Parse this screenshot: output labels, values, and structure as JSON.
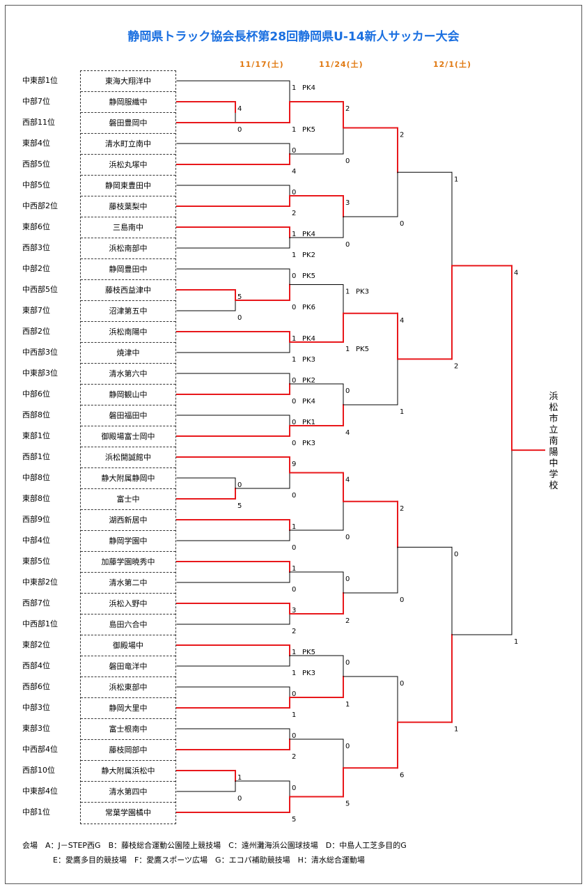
{
  "title": "静岡県トラック協会長杯第28回静岡県U-14新人サッカー大会",
  "dates": [
    "11/17(土)",
    "11/24(土)",
    "12/1(土)"
  ],
  "teams": [
    {
      "seed": "中東部1位",
      "name": "東海大翔洋中"
    },
    {
      "seed": "中部7位",
      "name": "静岡服織中"
    },
    {
      "seed": "西部11位",
      "name": "磐田豊岡中"
    },
    {
      "seed": "東部4位",
      "name": "清水町立南中"
    },
    {
      "seed": "西部5位",
      "name": "浜松丸塚中"
    },
    {
      "seed": "中部5位",
      "name": "静岡東豊田中"
    },
    {
      "seed": "中西部2位",
      "name": "藤枝葉梨中"
    },
    {
      "seed": "東部6位",
      "name": "三島南中"
    },
    {
      "seed": "西部3位",
      "name": "浜松南部中"
    },
    {
      "seed": "中部2位",
      "name": "静岡豊田中"
    },
    {
      "seed": "中西部5位",
      "name": "藤枝西益津中"
    },
    {
      "seed": "東部7位",
      "name": "沼津第五中"
    },
    {
      "seed": "西部2位",
      "name": "浜松南陽中"
    },
    {
      "seed": "中西部3位",
      "name": "焼津中"
    },
    {
      "seed": "中東部3位",
      "name": "清水第六中"
    },
    {
      "seed": "中部6位",
      "name": "静岡観山中"
    },
    {
      "seed": "西部8位",
      "name": "磐田福田中"
    },
    {
      "seed": "東部1位",
      "name": "御殿場富士岡中"
    },
    {
      "seed": "西部1位",
      "name": "浜松開誠館中"
    },
    {
      "seed": "中部8位",
      "name": "静大附属静岡中"
    },
    {
      "seed": "東部8位",
      "name": "富士中"
    },
    {
      "seed": "西部9位",
      "name": "湖西新居中"
    },
    {
      "seed": "中部4位",
      "name": "静岡学園中"
    },
    {
      "seed": "東部5位",
      "name": "加藤学園暁秀中"
    },
    {
      "seed": "中東部2位",
      "name": "清水第二中"
    },
    {
      "seed": "西部7位",
      "name": "浜松入野中"
    },
    {
      "seed": "中西部1位",
      "name": "島田六合中"
    },
    {
      "seed": "東部2位",
      "name": "御殿場中"
    },
    {
      "seed": "西部4位",
      "name": "磐田竜洋中"
    },
    {
      "seed": "西部6位",
      "name": "浜松東部中"
    },
    {
      "seed": "中部3位",
      "name": "静岡大里中"
    },
    {
      "seed": "東部3位",
      "name": "富士根南中"
    },
    {
      "seed": "中西部4位",
      "name": "藤枝岡部中"
    },
    {
      "seed": "西部10位",
      "name": "静大附属浜松中"
    },
    {
      "seed": "中東部4位",
      "name": "清水第四中"
    },
    {
      "seed": "中部1位",
      "name": "常葉学園橘中"
    }
  ],
  "champion": "浜松市立南陽中学校",
  "matches": [
    {
      "round": "prelim",
      "top": "磐田豊岡中",
      "bottom": "静岡服織中",
      "scores": [
        "0",
        "4"
      ],
      "winner": "bottom"
    },
    {
      "round": "prelim",
      "top": "藤枝西益津中",
      "bottom": "沼津第五中",
      "scores": [
        "5",
        "0"
      ],
      "winner": "top"
    },
    {
      "round": "prelim",
      "top": "静大附属静岡中",
      "bottom": "富士中",
      "scores": [
        "0",
        "5"
      ],
      "winner": "bottom"
    },
    {
      "round": "prelim",
      "top": "静大附属浜松中",
      "bottom": "清水第四中",
      "scores": [
        "1",
        "0"
      ],
      "winner": "top"
    },
    {
      "round": "R1",
      "top": "東海大翔洋中",
      "bottom": "磐田豊岡中",
      "scores": [
        "1",
        "1"
      ],
      "pk": [
        "PK4",
        "PK5"
      ],
      "winner": "bottom"
    },
    {
      "round": "R1",
      "top": "清水町立南中",
      "bottom": "浜松丸塚中",
      "scores": [
        "0",
        "4"
      ],
      "winner": "bottom"
    },
    {
      "round": "R1",
      "top": "静岡東豊田中",
      "bottom": "藤枝葉梨中",
      "scores": [
        "0",
        "2"
      ],
      "winner": "bottom"
    },
    {
      "round": "R1",
      "top": "三島南中",
      "bottom": "浜松南部中",
      "scores": [
        "1",
        "1"
      ],
      "pk": [
        "PK4",
        "PK2"
      ],
      "winner": "top"
    },
    {
      "round": "R1",
      "top": "静岡豊田中",
      "bottom": "藤枝西益津中",
      "scores": [
        "0",
        "0"
      ],
      "pk": [
        "PK5",
        "PK6"
      ],
      "winner": "bottom"
    },
    {
      "round": "R1",
      "top": "浜松南陽中",
      "bottom": "焼津中",
      "scores": [
        "1",
        "1"
      ],
      "pk": [
        "PK4",
        "PK3"
      ],
      "winner": "top"
    },
    {
      "round": "R1",
      "top": "清水第六中",
      "bottom": "静岡観山中",
      "scores": [
        "0",
        "0"
      ],
      "pk": [
        "PK2",
        "PK4"
      ],
      "winner": "bottom"
    },
    {
      "round": "R1",
      "top": "磐田福田中",
      "bottom": "御殿場富士岡中",
      "scores": [
        "0",
        "0"
      ],
      "pk": [
        "PK1",
        "PK3"
      ],
      "winner": "bottom"
    },
    {
      "round": "R1",
      "top": "浜松開誠館中",
      "bottom": "富士中",
      "scores": [
        "9",
        "0"
      ],
      "winner": "top"
    },
    {
      "round": "R1",
      "top": "湖西新居中",
      "bottom": "静岡学園中",
      "scores": [
        "1",
        "0"
      ],
      "winner": "top"
    },
    {
      "round": "R1",
      "top": "加藤学園暁秀中",
      "bottom": "清水第二中",
      "scores": [
        "1",
        "0"
      ],
      "winner": "top"
    },
    {
      "round": "R1",
      "top": "浜松入野中",
      "bottom": "島田六合中",
      "scores": [
        "3",
        "2"
      ],
      "winner": "top"
    },
    {
      "round": "R1",
      "top": "御殿場中",
      "bottom": "磐田竜洋中",
      "scores": [
        "1",
        "1"
      ],
      "pk": [
        "PK5",
        "PK3"
      ],
      "winner": "top"
    },
    {
      "round": "R1",
      "top": "浜松東部中",
      "bottom": "静岡大里中",
      "scores": [
        "0",
        "1"
      ],
      "winner": "bottom"
    },
    {
      "round": "R1",
      "top": "富士根南中",
      "bottom": "藤枝岡部中",
      "scores": [
        "0",
        "2"
      ],
      "winner": "bottom"
    },
    {
      "round": "R1",
      "top": "静大附属浜松中",
      "bottom": "常葉学園橘中",
      "scores": [
        "0",
        "5"
      ],
      "winner": "bottom"
    },
    {
      "round": "R2",
      "top": "磐田豊岡中",
      "bottom": "浜松丸塚中",
      "scores": [
        "2",
        "0"
      ],
      "winner": "top"
    },
    {
      "round": "R2",
      "top": "藤枝葉梨中",
      "bottom": "三島南中",
      "scores": [
        "3",
        "0"
      ],
      "winner": "top"
    },
    {
      "round": "R2",
      "top": "藤枝西益津中",
      "bottom": "浜松南陽中",
      "scores": [
        "1",
        "1"
      ],
      "pk": [
        "PK3",
        "PK5"
      ],
      "winner": "bottom"
    },
    {
      "round": "R2",
      "top": "静岡観山中",
      "bottom": "御殿場富士岡中",
      "scores": [
        "0",
        "4"
      ],
      "winner": "bottom"
    },
    {
      "round": "R2",
      "top": "浜松開誠館中",
      "bottom": "湖西新居中",
      "scores": [
        "4",
        "0"
      ],
      "winner": "top"
    },
    {
      "round": "R2",
      "top": "加藤学園暁秀中",
      "bottom": "浜松入野中",
      "scores": [
        "0",
        "2"
      ],
      "winner": "bottom"
    },
    {
      "round": "R2",
      "top": "御殿場中",
      "bottom": "静岡大里中",
      "scores": [
        "0",
        "1"
      ],
      "winner": "bottom"
    },
    {
      "round": "R2",
      "top": "藤枝岡部中",
      "bottom": "常葉学園橘中",
      "scores": [
        "0",
        "5"
      ],
      "winner": "bottom"
    },
    {
      "round": "QF",
      "top": "磐田豊岡中",
      "bottom": "藤枝葉梨中",
      "scores": [
        "2",
        "0"
      ],
      "winner": "top"
    },
    {
      "round": "QF",
      "top": "浜松南陽中",
      "bottom": "御殿場富士岡中",
      "scores": [
        "4",
        "1"
      ],
      "winner": "top"
    },
    {
      "round": "QF",
      "top": "浜松開誠館中",
      "bottom": "浜松入野中",
      "scores": [
        "2",
        "0"
      ],
      "winner": "top"
    },
    {
      "round": "QF",
      "top": "静岡大里中",
      "bottom": "常葉学園橘中",
      "scores": [
        "0",
        "6"
      ],
      "winner": "bottom"
    },
    {
      "round": "SF",
      "top": "磐田豊岡中",
      "bottom": "浜松南陽中",
      "scores": [
        "1",
        "2"
      ],
      "winner": "bottom"
    },
    {
      "round": "SF",
      "top": "浜松開誠館中",
      "bottom": "常葉学園橘中",
      "scores": [
        "0",
        "1"
      ],
      "winner": "bottom"
    },
    {
      "round": "F",
      "top": "浜松南陽中",
      "bottom": "常葉学園橘中",
      "scores": [
        "4",
        "1"
      ],
      "winner": "top"
    }
  ],
  "colors": {
    "title": "#1a6fe0",
    "date": "#e07810",
    "win": "#e8171b",
    "line": "#000000"
  },
  "venues": [
    "会場　A：J－STEP西G　B：藤枝総合運動公園陸上競技場　C：遠州灘海浜公園球技場　D：中島人工芝多目的G",
    "E：愛鷹多目的競技場　F：愛鷹スポーツ広場　G：エコパ補助競技場　H：清水総合運動場"
  ]
}
